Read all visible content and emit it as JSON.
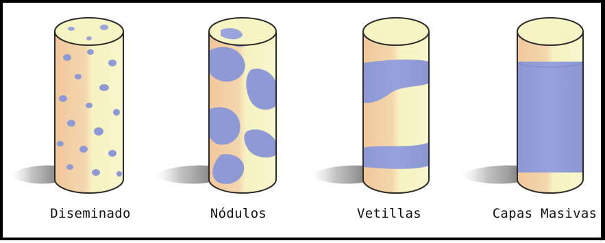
{
  "labels": {
    "diseminado": "Diseminado",
    "nodulos": "Nódulos",
    "vetillas": "Vetillas",
    "capas_masivas": "Capas Masivas"
  },
  "colors": {
    "frame": "#000000",
    "core_light": "#f6f3c2",
    "core_shade": "#f1c79b",
    "mineral_blue": "#8e9ad6",
    "shadow": "#9a9a9a",
    "outline": "#2a2a2a"
  }
}
